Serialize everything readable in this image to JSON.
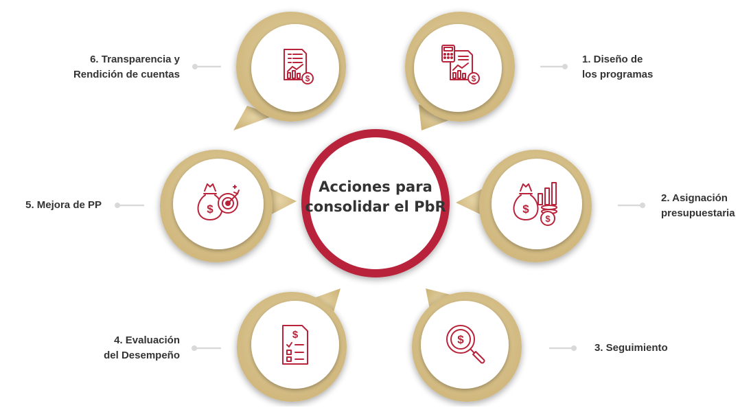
{
  "center": {
    "title": "Acciones para\nconsolidar el PbR"
  },
  "steps": [
    {
      "id": 1,
      "label": "1. Diseño de\nlos programas",
      "icon": "calculator-document-chart-icon"
    },
    {
      "id": 2,
      "label": "2. Asignación\npresupuestaria",
      "icon": "money-bag-coins-chart-icon"
    },
    {
      "id": 3,
      "label": "3. Seguimiento",
      "icon": "magnifier-dollar-icon"
    },
    {
      "id": 4,
      "label": "4. Evaluación\ndel Desempeño",
      "icon": "checklist-dollar-icon"
    },
    {
      "id": 5,
      "label": "5. Mejora de PP",
      "icon": "money-bag-target-icon"
    },
    {
      "id": 6,
      "label": "6. Transparencia y\nRendición de cuentas",
      "icon": "report-chart-dollar-icon"
    }
  ],
  "colors": {
    "accent_red": "#b8233a",
    "gold": "#d4bd82",
    "gold_shadow": "#c9b070",
    "text": "#333333",
    "connector": "#d9d9d9"
  }
}
